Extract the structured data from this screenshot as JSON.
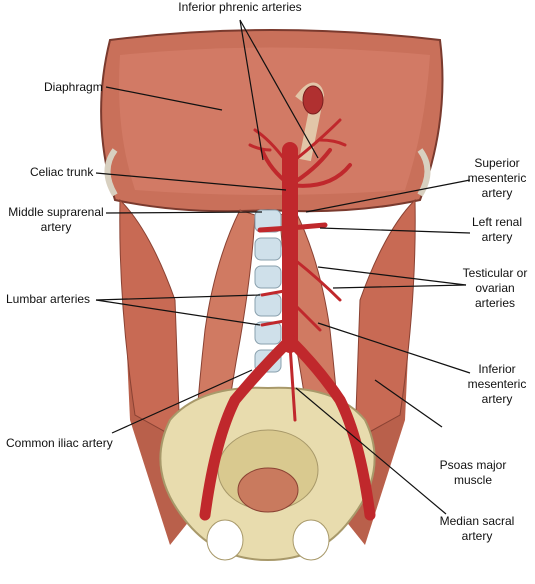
{
  "labels": {
    "inferior_phrenic": "Inferior phrenic arteries",
    "diaphragm": "Diaphragm",
    "celiac": "Celiac trunk",
    "middle_suprarenal_1": "Middle suprarenal",
    "middle_suprarenal_2": "artery",
    "lumbar": "Lumbar arteries",
    "common_iliac": "Common iliac artery",
    "sup_mes_1": "Superior",
    "sup_mes_2": "mesenteric",
    "sup_mes_3": "artery",
    "left_renal_1": "Left renal",
    "left_renal_2": "artery",
    "testicular_1": "Testicular or",
    "testicular_2": "ovarian",
    "testicular_3": "arteries",
    "inf_mes_1": "Inferior",
    "inf_mes_2": "mesenteric",
    "inf_mes_3": "artery",
    "psoas_1": "Psoas major",
    "psoas_2": "muscle",
    "median_sacral_1": "Median sacral",
    "median_sacral_2": "artery"
  },
  "colors": {
    "muscle": "#c9705a",
    "muscle_dark": "#9c4a3a",
    "artery": "#c0282c",
    "bone": "#e8dcae",
    "cartilage": "#cfe0ea",
    "leader": "#111111"
  }
}
